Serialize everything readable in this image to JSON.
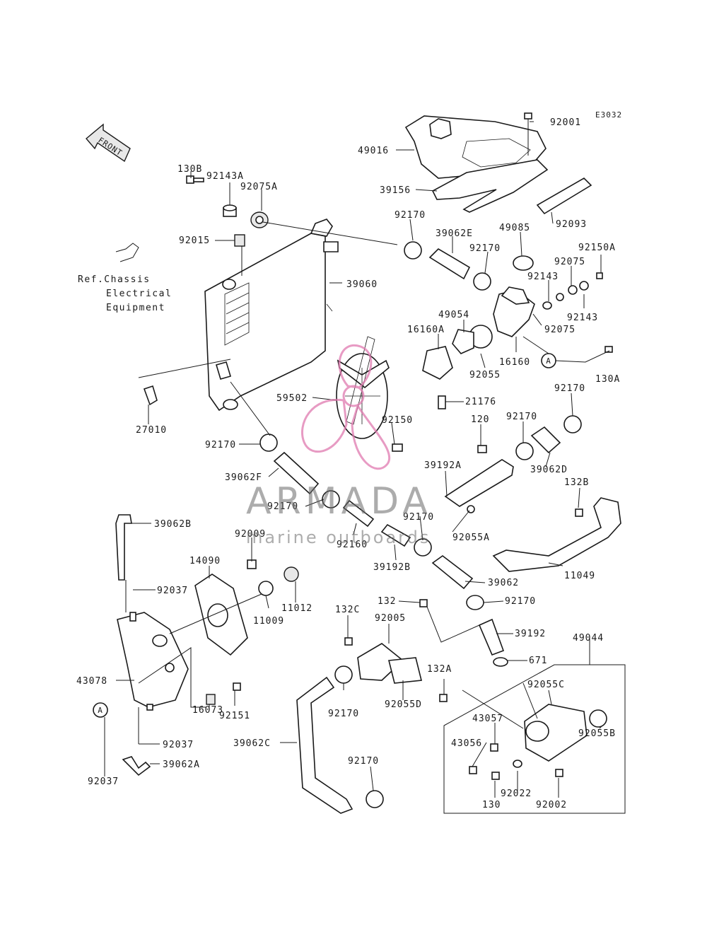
{
  "diagram_code": "E3032",
  "front_label": "FRONT",
  "reference_text": [
    "Ref.Chassis",
    "Electrical",
    "Equipment"
  ],
  "circle_marker": "A",
  "watermark": {
    "brand": "ARMADA",
    "tagline": "marine outboards"
  },
  "labels": [
    {
      "id": "92001",
      "text": "92001"
    },
    {
      "id": "49016",
      "text": "49016"
    },
    {
      "id": "39156",
      "text": "39156"
    },
    {
      "id": "92093",
      "text": "92093"
    },
    {
      "id": "130B",
      "text": "130B"
    },
    {
      "id": "92143A",
      "text": "92143A"
    },
    {
      "id": "92075A",
      "text": "92075A"
    },
    {
      "id": "92170-a",
      "text": "92170"
    },
    {
      "id": "39062E",
      "text": "39062E"
    },
    {
      "id": "49085",
      "text": "49085"
    },
    {
      "id": "92015",
      "text": "92015"
    },
    {
      "id": "92170-b",
      "text": "92170"
    },
    {
      "id": "92150A",
      "text": "92150A"
    },
    {
      "id": "92075-a",
      "text": "92075"
    },
    {
      "id": "39060",
      "text": "39060"
    },
    {
      "id": "92143-a",
      "text": "92143"
    },
    {
      "id": "92143-b",
      "text": "92143"
    },
    {
      "id": "92075-b",
      "text": "92075"
    },
    {
      "id": "49054",
      "text": "49054"
    },
    {
      "id": "16160A",
      "text": "16160A"
    },
    {
      "id": "16160",
      "text": "16160"
    },
    {
      "id": "92055",
      "text": "92055"
    },
    {
      "id": "130A",
      "text": "130A"
    },
    {
      "id": "59502",
      "text": "59502"
    },
    {
      "id": "21176",
      "text": "21176"
    },
    {
      "id": "27010",
      "text": "27010"
    },
    {
      "id": "92150",
      "text": "92150"
    },
    {
      "id": "92170-c",
      "text": "92170"
    },
    {
      "id": "120",
      "text": "120"
    },
    {
      "id": "92170-d",
      "text": "92170"
    },
    {
      "id": "92170-e",
      "text": "92170"
    },
    {
      "id": "92170-f",
      "text": "92170"
    },
    {
      "id": "39062D",
      "text": "39062D"
    },
    {
      "id": "39062F",
      "text": "39062F"
    },
    {
      "id": "39192A",
      "text": "39192A"
    },
    {
      "id": "132B",
      "text": "132B"
    },
    {
      "id": "92170-g",
      "text": "92170"
    },
    {
      "id": "92170-h",
      "text": "92170"
    },
    {
      "id": "39062B",
      "text": "39062B"
    },
    {
      "id": "92009",
      "text": "92009"
    },
    {
      "id": "92160",
      "text": "92160"
    },
    {
      "id": "39192B",
      "text": "39192B"
    },
    {
      "id": "92055A",
      "text": "92055A"
    },
    {
      "id": "14090",
      "text": "14090"
    },
    {
      "id": "39062",
      "text": "39062"
    },
    {
      "id": "11049",
      "text": "11049"
    },
    {
      "id": "92037-a",
      "text": "92037"
    },
    {
      "id": "11009",
      "text": "11009"
    },
    {
      "id": "11012",
      "text": "11012"
    },
    {
      "id": "132",
      "text": "132"
    },
    {
      "id": "92170-i",
      "text": "92170"
    },
    {
      "id": "132C",
      "text": "132C"
    },
    {
      "id": "92005",
      "text": "92005"
    },
    {
      "id": "39192",
      "text": "39192"
    },
    {
      "id": "49044",
      "text": "49044"
    },
    {
      "id": "671",
      "text": "671"
    },
    {
      "id": "43078",
      "text": "43078"
    },
    {
      "id": "132A",
      "text": "132A"
    },
    {
      "id": "92055C",
      "text": "92055C"
    },
    {
      "id": "92151",
      "text": "92151"
    },
    {
      "id": "92170-j",
      "text": "92170"
    },
    {
      "id": "92055D",
      "text": "92055D"
    },
    {
      "id": "16073",
      "text": "16073"
    },
    {
      "id": "43057",
      "text": "43057"
    },
    {
      "id": "92055B",
      "text": "92055B"
    },
    {
      "id": "92037-b",
      "text": "92037"
    },
    {
      "id": "39062C",
      "text": "39062C"
    },
    {
      "id": "43056",
      "text": "43056"
    },
    {
      "id": "39062A",
      "text": "39062A"
    },
    {
      "id": "92170-k",
      "text": "92170"
    },
    {
      "id": "92037-c",
      "text": "92037"
    },
    {
      "id": "92022",
      "text": "92022"
    },
    {
      "id": "130",
      "text": "130"
    },
    {
      "id": "92002",
      "text": "92002"
    }
  ]
}
